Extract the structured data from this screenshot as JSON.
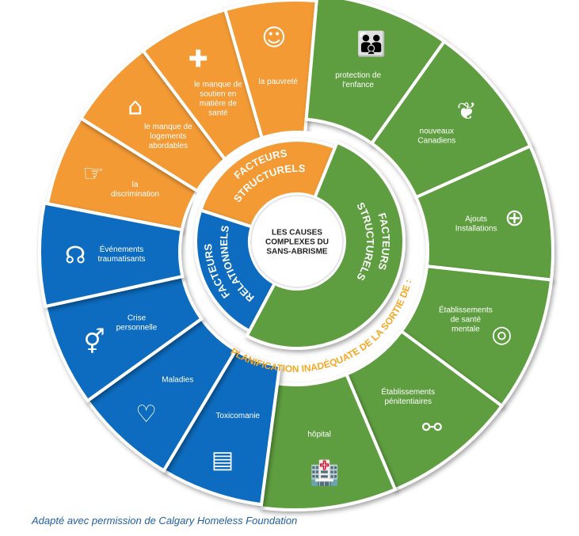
{
  "center": {
    "lines": [
      "LES CAUSES",
      "COMPLEXES DU",
      "SANS-ABRISME"
    ]
  },
  "colors": {
    "orange": "#F39A34",
    "green": "#5E9E3F",
    "blue": "#0A6CBF",
    "accent_text": "#F7A823"
  },
  "inner": [
    {
      "id": "structural-orange",
      "lines": [
        "FACTEURS",
        "STRUCTURELS"
      ],
      "color": "orange"
    },
    {
      "id": "relational",
      "lines": [
        "FACTEURS",
        "RELATIONNELS"
      ],
      "color": "blue"
    },
    {
      "id": "structural-green",
      "lines": [
        "FACTEURS",
        "STRUCTURELS"
      ],
      "color": "green"
    }
  ],
  "discharge_arc_label": "PLANIFICATION INADÉQUATE DE LA SORTIE DE :",
  "outer": {
    "orange": [
      {
        "label": "la\ndiscrimination",
        "icon": "pointing-at-person-icon"
      },
      {
        "label": "le manque de\nlogements\nabordables",
        "icon": "house-crossed-icon"
      },
      {
        "label": "le manque de\nsoutien en\nmatière de\nsanté",
        "icon": "medical-cross-crossed-icon"
      },
      {
        "label": "la pauvreté",
        "icon": "sitting-person-icon"
      }
    ],
    "green": [
      {
        "label": "protection de\nl'enfance",
        "icon": "family-icon"
      },
      {
        "label": "nouveaux\nCanadiens",
        "icon": "maple-leaf-icon"
      },
      {
        "label": "Ajouts\nInstallations",
        "icon": "clipboard-medical-icon"
      },
      {
        "label": "Établissements\nde santé\nmentale",
        "icon": "mind-head-icon"
      },
      {
        "label": "Établissements\npénitentiaires",
        "icon": "broken-chain-icon"
      },
      {
        "label": "hôpital",
        "icon": "hospital-icon"
      }
    ],
    "blue": [
      {
        "label": "Toxicomanie",
        "icon": "pill-bottle-icon"
      },
      {
        "label": "Maladies",
        "icon": "heart-pulse-icon"
      },
      {
        "label": "Crise\npersonnelle",
        "icon": "man-woman-icon"
      },
      {
        "label": "Événements\ntraumatisants",
        "icon": "brain-head-icon"
      }
    ]
  },
  "caption": "Adapté avec permission de Calgary Homeless Foundation"
}
